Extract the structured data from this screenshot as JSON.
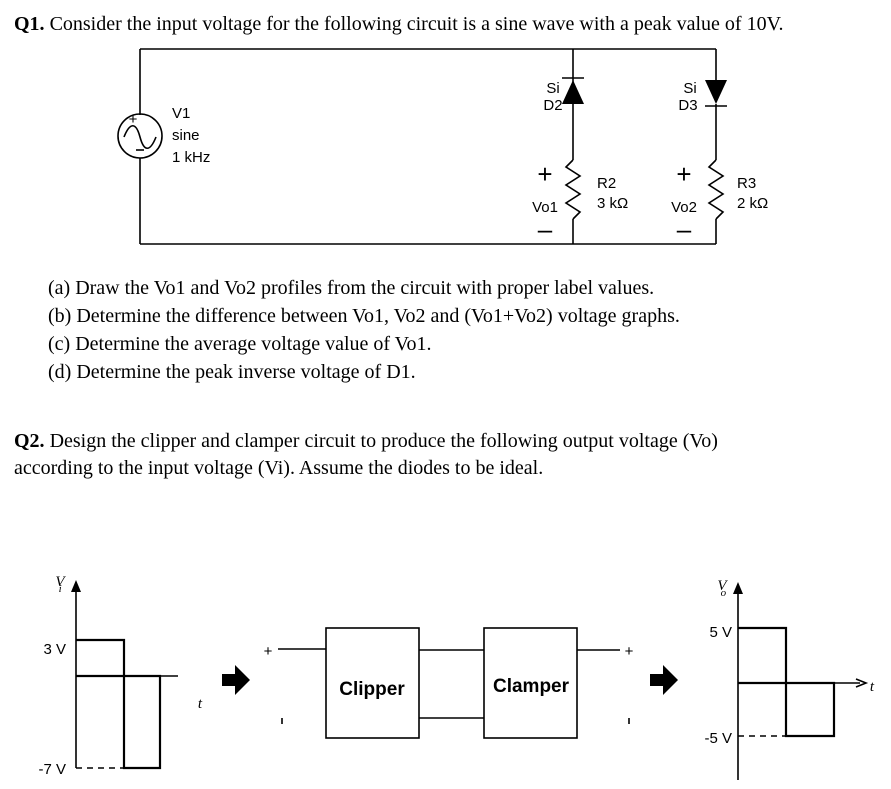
{
  "q1": {
    "number": "Q1.",
    "text": " Consider the input voltage for the following circuit is a sine wave with a peak value of 10V.",
    "source": {
      "name": "V1",
      "type": "sine",
      "freq": "1 kHz"
    },
    "d2": {
      "material": "Si",
      "name": "D2"
    },
    "d3": {
      "material": "Si",
      "name": "D3"
    },
    "r2": {
      "name": "R2",
      "value": "3 kΩ"
    },
    "r3": {
      "name": "R3",
      "value": "2 kΩ"
    },
    "vo1": {
      "label": "Vo1",
      "plus": "+",
      "minus": "–"
    },
    "vo2": {
      "label": "Vo2",
      "plus": "+",
      "minus": "–"
    },
    "parts": [
      "(a) Draw the Vo1 and Vo2 profiles from the circuit with proper label values.",
      "(b) Determine the difference between Vo1, Vo2 and (Vo1+Vo2) voltage graphs.",
      "(c) Determine the average voltage value of Vo1.",
      "(d) Determine the peak inverse voltage of D1."
    ]
  },
  "q2": {
    "number": "Q2.",
    "line1": " Design the clipper and clamper circuit to produce the following output voltage (Vo)",
    "line2": "according to the input voltage (Vi). Assume the diodes to be ideal.",
    "input_graph": {
      "axis_label": "V",
      "axis_sub": "i",
      "pos_label": "3 V",
      "neg_label": "-7 V",
      "t_label": "t"
    },
    "output_graph": {
      "axis_label": "V",
      "axis_sub": "o",
      "pos_label": "5 V",
      "neg_label": "-5 V",
      "t_label": "t"
    },
    "clipper_label": "Clipper",
    "clamper_label": "Clamper",
    "plus": "+",
    "minus": "-"
  }
}
